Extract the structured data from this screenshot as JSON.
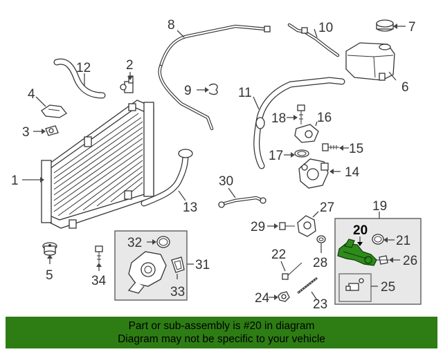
{
  "callouts": {
    "c1": "1",
    "c2": "2",
    "c3": "3",
    "c4": "4",
    "c5": "5",
    "c6": "6",
    "c7": "7",
    "c8": "8",
    "c9": "9",
    "c10": "10",
    "c11": "11",
    "c12": "12",
    "c13": "13",
    "c14": "14",
    "c15": "15",
    "c16": "16",
    "c17": "17",
    "c18": "18",
    "c19": "19",
    "c20": "20",
    "c21": "21",
    "c22": "22",
    "c23": "23",
    "c24": "24",
    "c25": "25",
    "c26": "26",
    "c27": "27",
    "c28": "28",
    "c29": "29",
    "c30": "30",
    "c31": "31",
    "c32": "32",
    "c33": "33",
    "c34": "34"
  },
  "highlighted_part": "20",
  "colors": {
    "highlight": "#2e8b1c",
    "banner": "#2e7d14"
  },
  "banner": {
    "line1": "Part or sub-assembly is #20 in diagram",
    "line2": "Diagram may not be specific to your vehicle"
  }
}
